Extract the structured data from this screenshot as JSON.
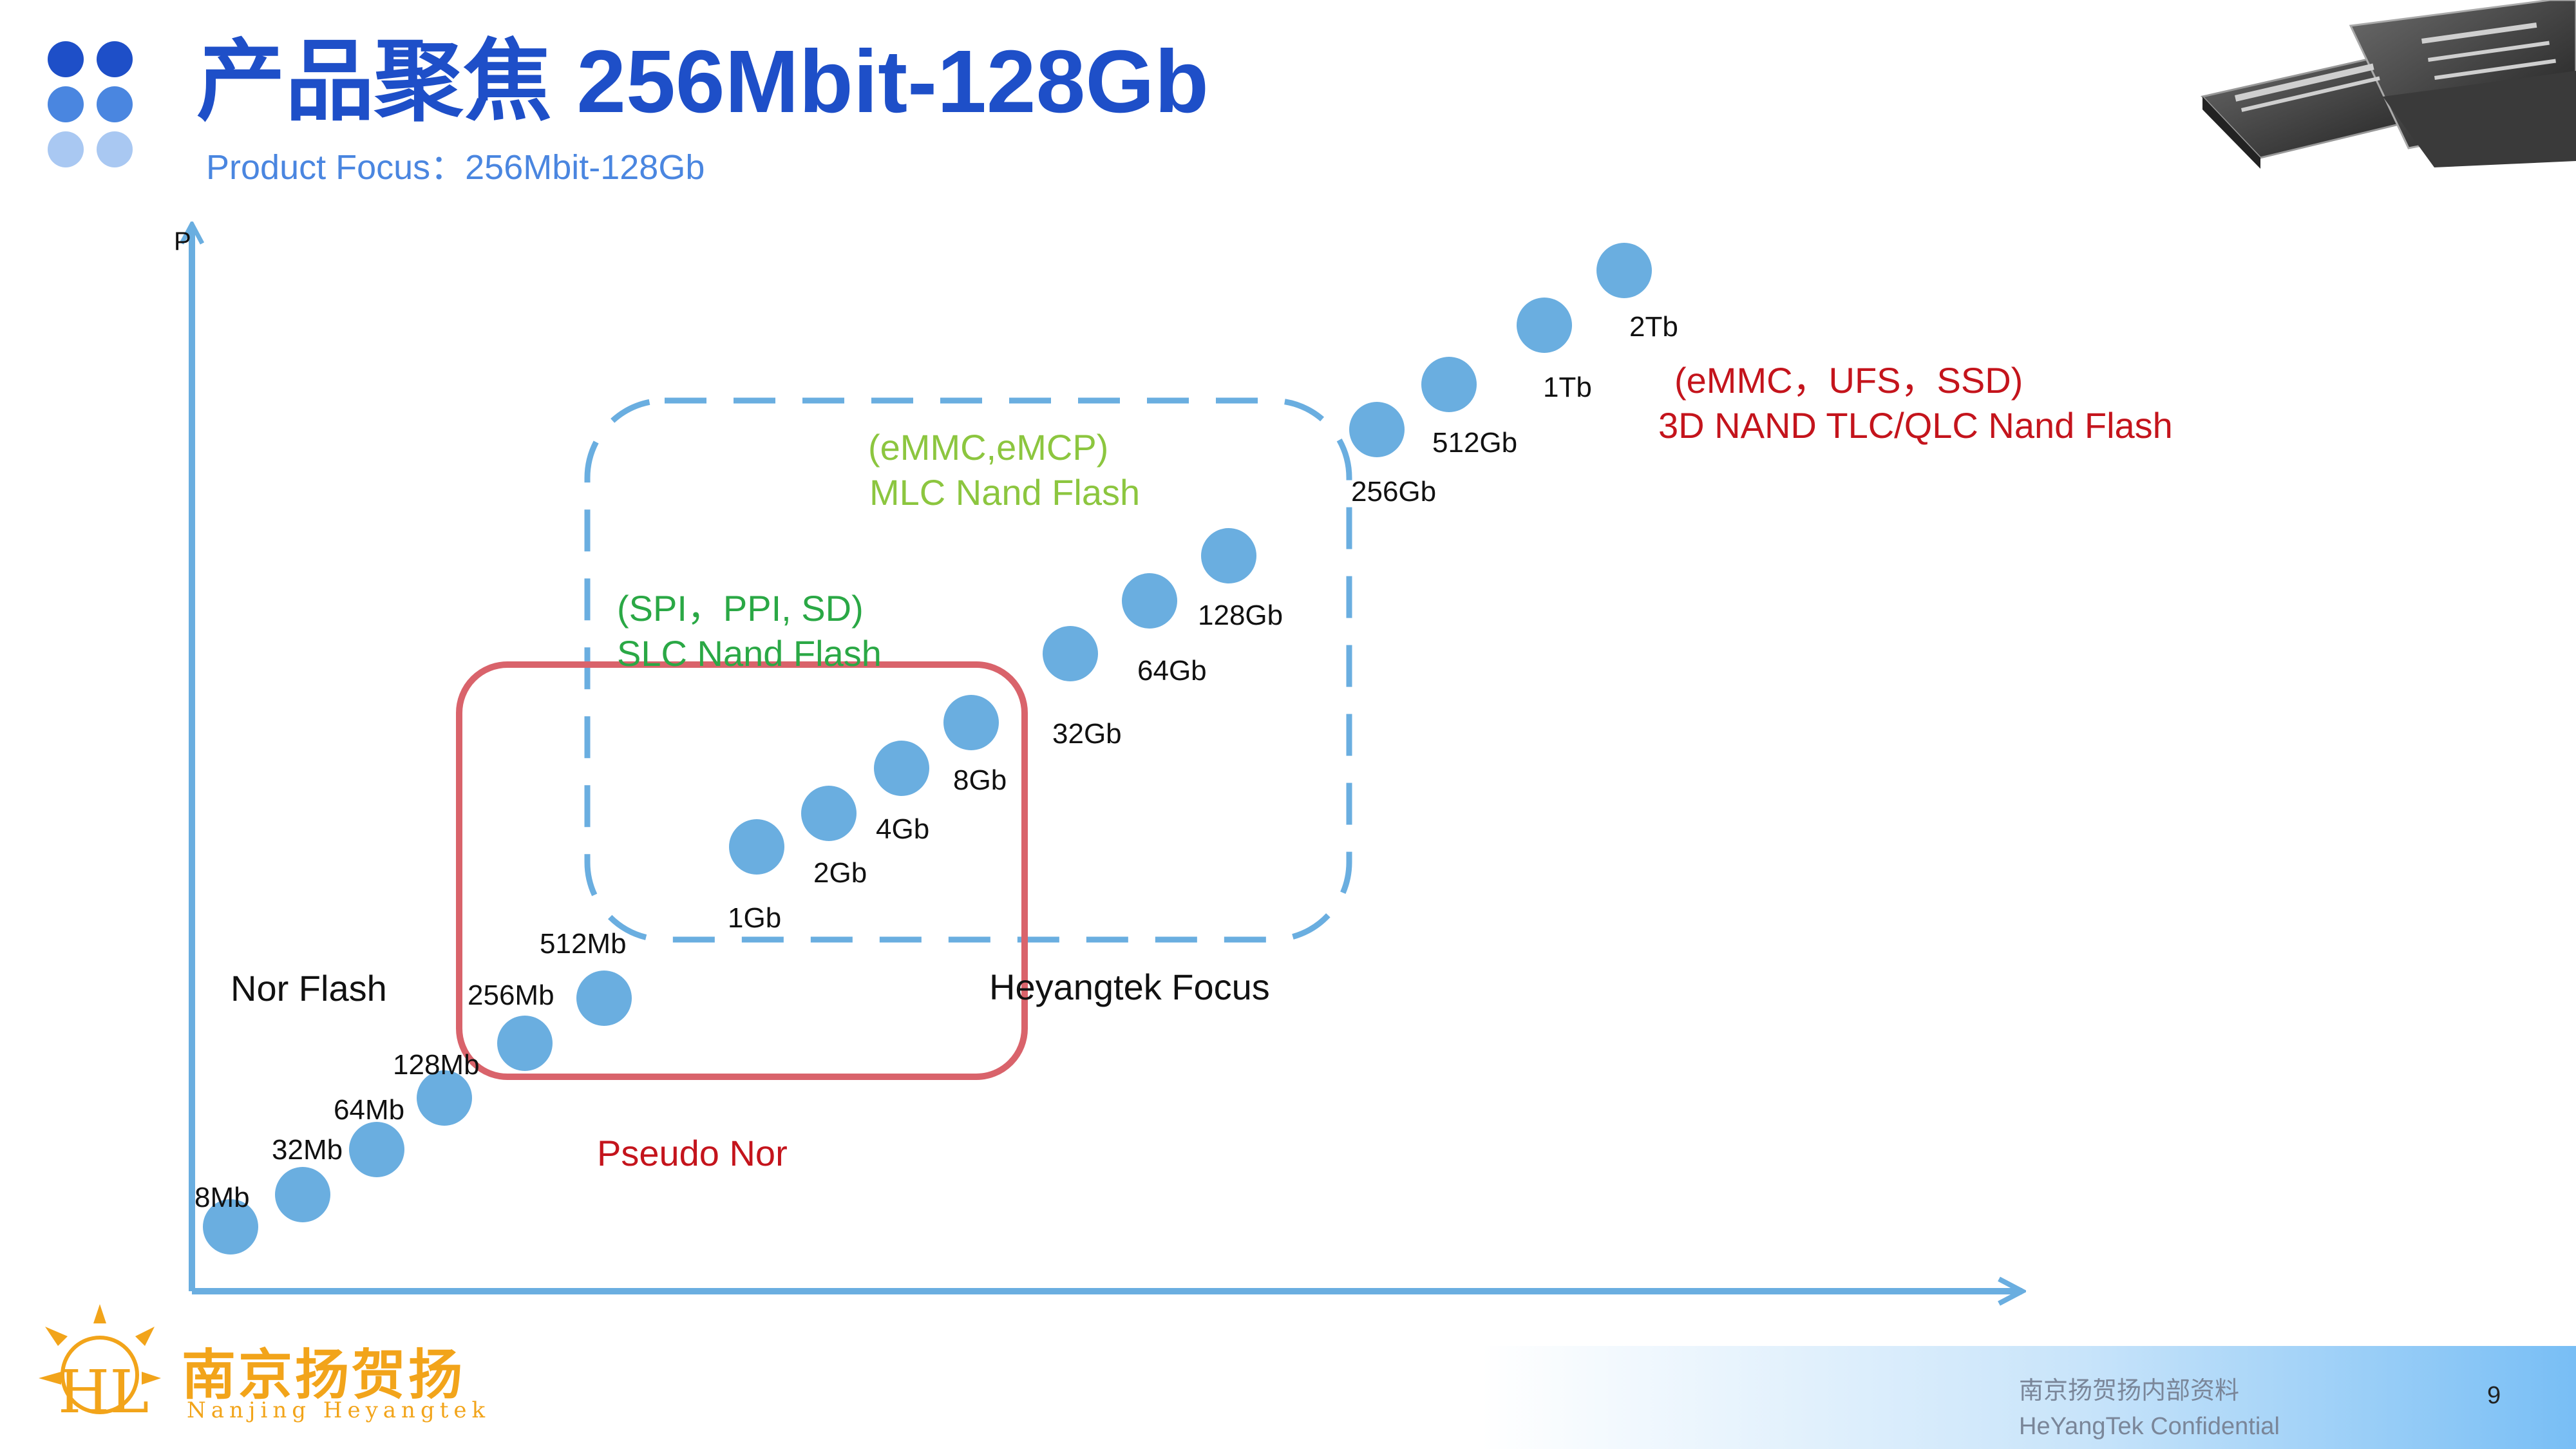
{
  "header": {
    "title": "产品聚焦 256Mbit-128Gb",
    "subtitle": "Product Focus：256Mbit-128Gb"
  },
  "axis": {
    "y_label": "P"
  },
  "density_points": [
    {
      "label": "8Mb"
    },
    {
      "label": "32Mb"
    },
    {
      "label": "64Mb"
    },
    {
      "label": "128Mb"
    },
    {
      "label": "256Mb"
    },
    {
      "label": "512Mb"
    },
    {
      "label": "1Gb"
    },
    {
      "label": "2Gb"
    },
    {
      "label": "4Gb"
    },
    {
      "label": "8Gb"
    },
    {
      "label": "32Gb"
    },
    {
      "label": "64Gb"
    },
    {
      "label": "128Gb"
    },
    {
      "label": "256Gb"
    },
    {
      "label": "512Gb"
    },
    {
      "label": "1Tb"
    },
    {
      "label": "2Tb"
    }
  ],
  "categories": {
    "nor_flash": "Nor Flash",
    "pseudo_nor": "Pseudo Nor",
    "heyangtek_focus": "Heyangtek Focus",
    "slc": {
      "line1": "(SPI，PPI, SD)",
      "line2": "SLC Nand Flash"
    },
    "mlc": {
      "line1": "(eMMC,eMCP)",
      "line2": "MLC Nand Flash"
    },
    "nand3d": {
      "line1": "(eMMC，UFS，SSD)",
      "line2": "3D NAND TLC/QLC Nand Flash"
    }
  },
  "colors": {
    "title": "#1e4fc8",
    "axis": "#6aaee0",
    "dot": "#6aaee0",
    "pseudo_nor_box": "#d9636b",
    "focus_box": "#6aaee0",
    "slc_text": "#2aa845",
    "mlc_text": "#8cc63f",
    "red_text": "#c4141c",
    "brand": "#f2a41a"
  },
  "branding": {
    "company_cn": "南京扬贺扬",
    "company_en": "Nanjing Heyangtek",
    "logo_letters": "HL"
  },
  "footer": {
    "internal_cn": "南京扬贺扬内部资料",
    "confidential": "HeYangTek Confidential",
    "page_number": "9"
  }
}
